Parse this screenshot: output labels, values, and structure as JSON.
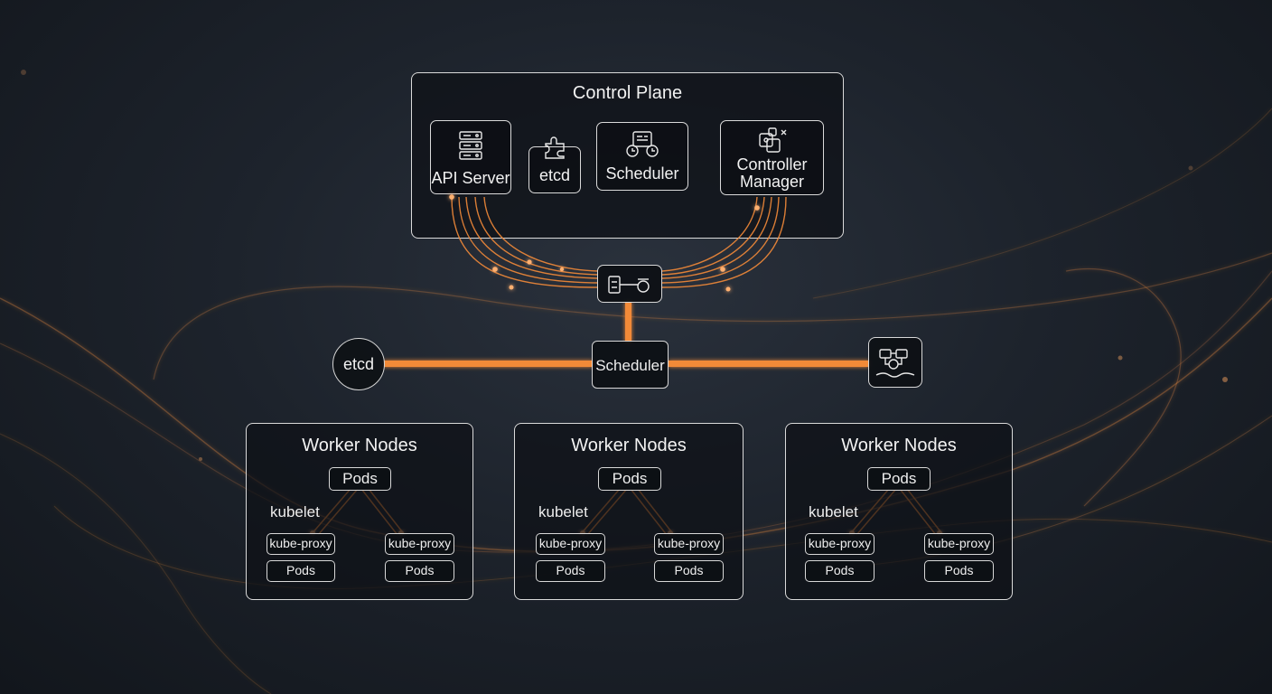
{
  "control_plane": {
    "title": "Control Plane",
    "components": [
      {
        "label": "API Server",
        "icon": "server-rack-icon"
      },
      {
        "label": "etcd",
        "icon": "puzzle-icon"
      },
      {
        "label": "Scheduler",
        "icon": "calendar-gear-icon"
      },
      {
        "label": "Controller Manager",
        "icon": "controller-icon"
      }
    ]
  },
  "hub": {
    "icon": "network-switch-icon"
  },
  "bus": {
    "left_node": "etcd",
    "center_node": "Scheduler",
    "right_node_icon": "cloud-cluster-icon"
  },
  "worker_nodes": [
    {
      "title": "Worker Nodes",
      "pods_label": "Pods",
      "kubelet_label": "kubelet",
      "proxy_left": "kube-proxy",
      "proxy_right": "kube-proxy",
      "pods_left": "Pods",
      "pods_right": "Pods"
    },
    {
      "title": "Worker Nodes",
      "pods_label": "Pods",
      "kubelet_label": "kubelet",
      "proxy_left": "kube-proxy",
      "proxy_right": "kube-proxy",
      "pods_left": "Pods",
      "pods_right": "Pods"
    },
    {
      "title": "Worker Nodes",
      "pods_label": "Pods",
      "kubelet_label": "kubelet",
      "proxy_left": "kube-proxy",
      "proxy_right": "kube-proxy",
      "pods_left": "Pods",
      "pods_right": "Pods"
    }
  ],
  "colors": {
    "accent": "#f28a38",
    "background": "#1c222b",
    "border": "#dadada"
  }
}
